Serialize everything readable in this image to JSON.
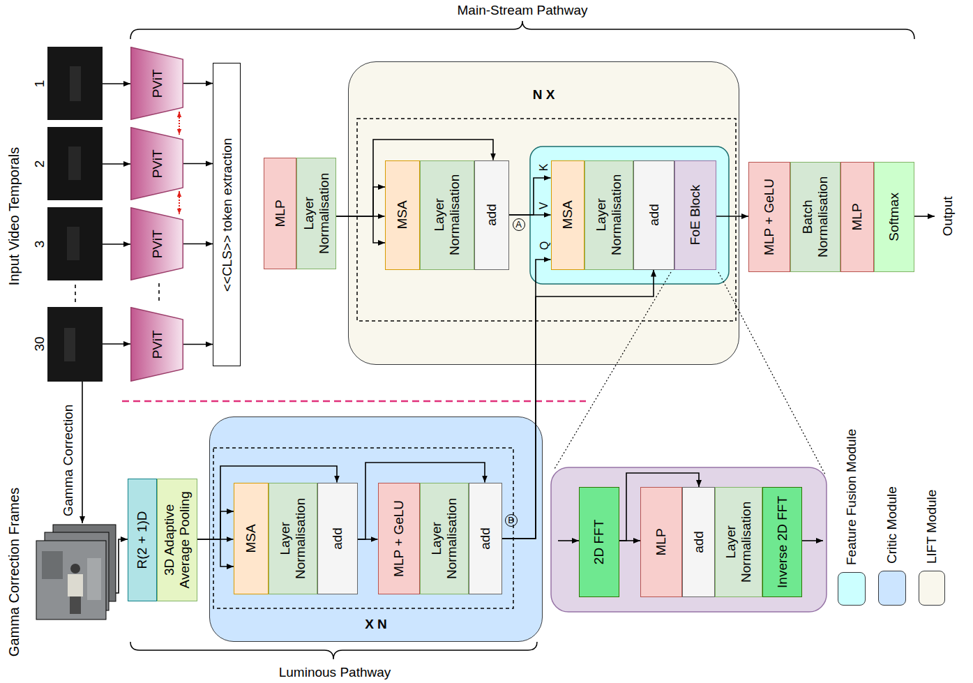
{
  "diagram": {
    "nodes": [
      {
        "text": [
          "PViT"
        ]
      },
      {
        "text": [
          "PViT"
        ]
      },
      {
        "text": [
          "PViT"
        ]
      },
      {
        "text": [
          "PViT"
        ]
      },
      {
        "text": [
          "<<CLS>> token extraction"
        ]
      },
      {
        "text": [
          "MLP"
        ]
      },
      {
        "text": [
          "Layer Normalisation"
        ]
      },
      {
        "text": [
          "N X"
        ]
      },
      {
        "text": [
          "MSA"
        ],
        "in": 7
      },
      {
        "text": [
          "Layer Normalisation"
        ],
        "in": 7
      },
      {
        "text": [
          "add"
        ],
        "in": 7
      },
      {
        "text": [
          "A"
        ],
        "in": 7
      },
      {
        "text": [
          "MSA"
        ],
        "in": 7
      },
      {
        "text": [
          "Layer Normalisation"
        ],
        "in": 7
      },
      {
        "text": [
          "add"
        ],
        "in": 7
      },
      {
        "text": [
          "FoE Block"
        ],
        "in": 7
      },
      {
        "text": [
          "MLP + GeLU"
        ]
      },
      {
        "text": [
          "Batch Normalisation"
        ]
      },
      {
        "text": [
          "MLP"
        ]
      },
      {
        "text": [
          "Softmax"
        ]
      },
      {
        "text": [
          "R(2 + 1)D"
        ]
      },
      {
        "text": [
          "3D Adaptive Average Pooling"
        ]
      },
      {
        "text": [
          "X N"
        ]
      },
      {
        "text": [
          "MSA"
        ],
        "in": 22
      },
      {
        "text": [
          "Layer Normalisation"
        ],
        "in": 22
      },
      {
        "text": [
          "add"
        ],
        "in": 22
      },
      {
        "text": [
          "MLP + GeLU"
        ],
        "in": 22
      },
      {
        "text": [
          "Layer Normalisation"
        ],
        "in": 22
      },
      {
        "text": [
          "add"
        ],
        "in": 22
      },
      {
        "text": [
          "B"
        ],
        "in": 22
      },
      {
        "text": [
          "2D FFT"
        ]
      },
      {
        "text": [
          "MLP"
        ]
      },
      {
        "text": [
          "add"
        ]
      },
      {
        "text": [
          "Layer Normalisation"
        ]
      },
      {
        "text": [
          "Inverse 2D FFT"
        ]
      }
    ],
    "edges": [
      {
        "from": 0,
        "to": 4,
        "arrow": "to"
      },
      {
        "from": 1,
        "to": 4,
        "arrow": "to"
      },
      {
        "from": 2,
        "to": 4,
        "arrow": "to"
      },
      {
        "from": 3,
        "to": 4,
        "arrow": "to"
      },
      {
        "from": 6,
        "to": 8,
        "arrow": "to"
      },
      {
        "from": 6,
        "to": 10,
        "arrow": "to"
      },
      {
        "from": 10,
        "to": 12,
        "label": "V",
        "arrow": "to"
      },
      {
        "from": 10,
        "to": 12,
        "label": "K",
        "arrow": "to"
      },
      {
        "from": 28,
        "to": 12,
        "label": "Q",
        "arrow": "to"
      },
      {
        "from": 28,
        "to": 14,
        "arrow": "to"
      },
      {
        "from": 15,
        "to": 16,
        "arrow": "to"
      },
      {
        "from": 21,
        "to": 23,
        "arrow": "to"
      },
      {
        "from": 21,
        "to": 25,
        "arrow": "to"
      },
      {
        "from": 25,
        "to": 26,
        "arrow": "to"
      },
      {
        "from": 25,
        "to": 28,
        "arrow": "to"
      },
      {
        "from": 30,
        "to": 31,
        "arrow": "to"
      },
      {
        "from": 30,
        "to": 32,
        "arrow": "to"
      }
    ],
    "labels": [
      "Main-Stream Pathway",
      "Input Video Temporals",
      "1",
      "2",
      "3",
      "30",
      "Output",
      "Gamma Correction",
      "Gamma Correction Frames",
      "Luminous Pathway"
    ],
    "legend": [
      {
        "text": "Feature Fusion Module",
        "color": "#ccffff"
      },
      {
        "text": "Critic Module",
        "color": "#cce5ff"
      },
      {
        "text": "LIFT Module",
        "color": "#f9f7ed"
      }
    ]
  }
}
